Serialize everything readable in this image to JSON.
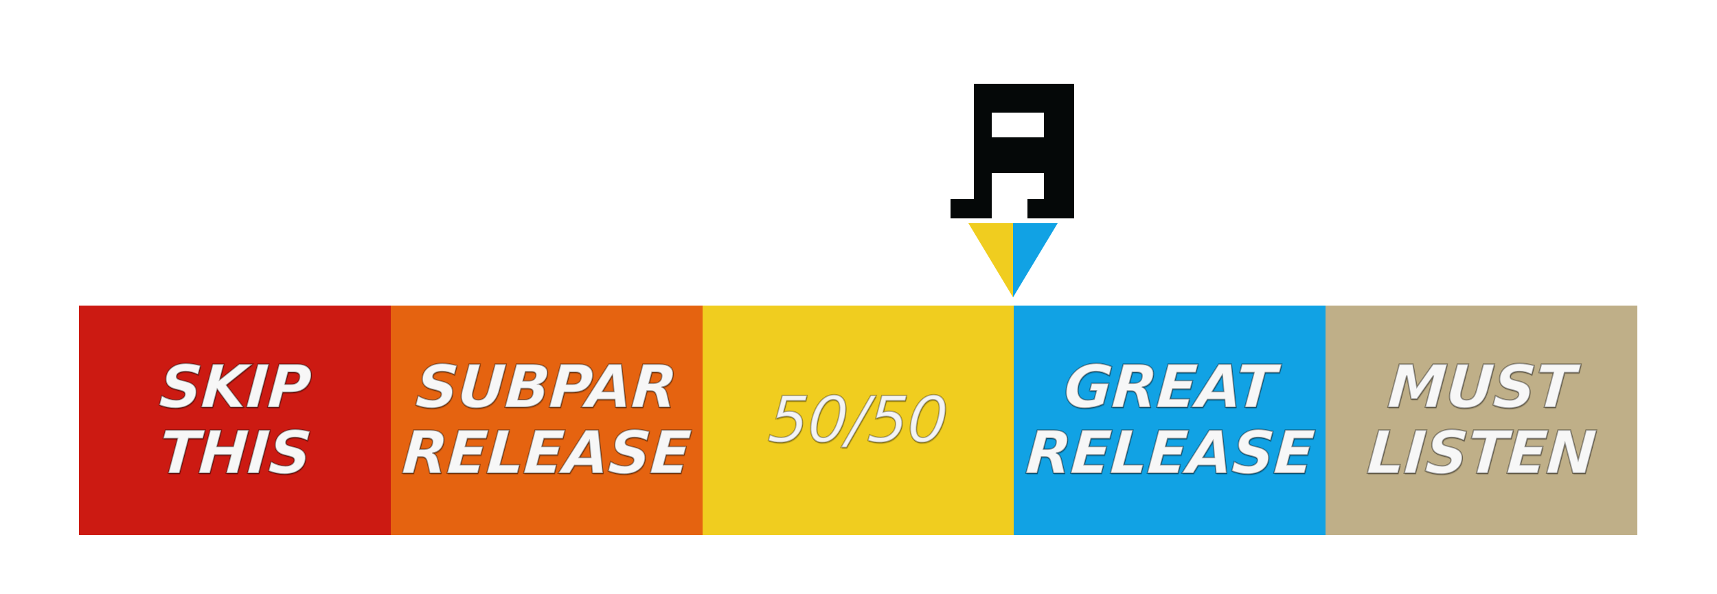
{
  "logo": {
    "icon": "music-note-logo-icon",
    "color": "#050808"
  },
  "indicator": {
    "icon": "pointer-triangle-icon",
    "position_segment_index": 3,
    "left_color": "#f0cd1f",
    "right_color": "#11a2e4"
  },
  "rating_scale": {
    "segments": [
      {
        "lines": [
          "SKIP",
          "THIS"
        ],
        "color": "#cc1a12"
      },
      {
        "lines": [
          "SUBPAR",
          "RELEASE"
        ],
        "color": "#e56310"
      },
      {
        "lines": [
          "50/50"
        ],
        "color": "#f0cd1f"
      },
      {
        "lines": [
          "GREAT",
          "RELEASE"
        ],
        "color": "#11a2e4"
      },
      {
        "lines": [
          "MUST",
          "LISTEN"
        ],
        "color": "#bfaf88"
      }
    ]
  }
}
